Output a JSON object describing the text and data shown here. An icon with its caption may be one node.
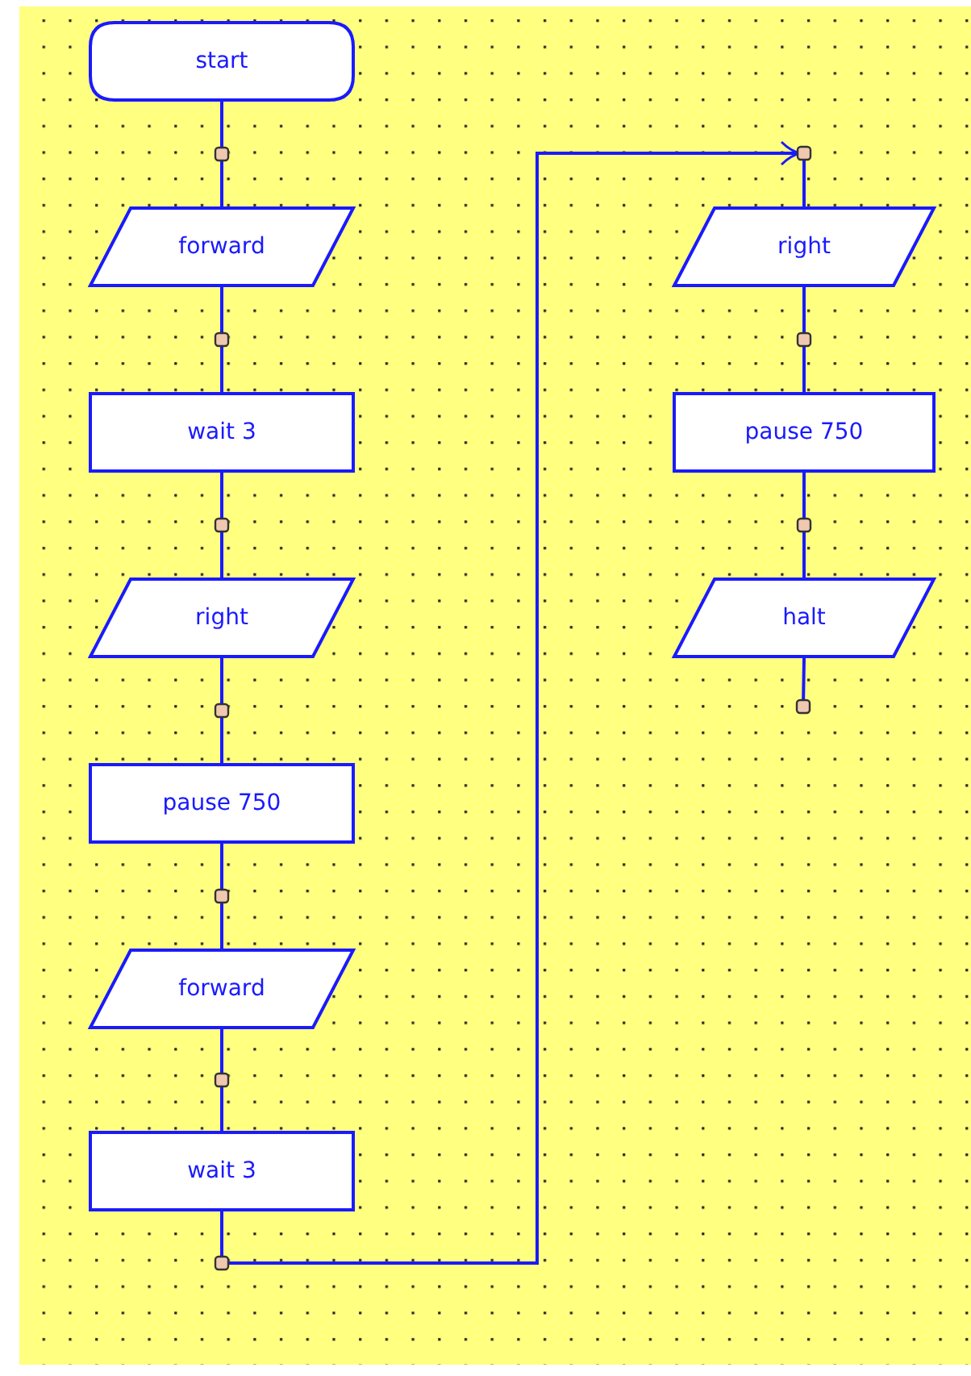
{
  "diagram": {
    "nodes": [
      {
        "text": [
          "start"
        ]
      },
      {
        "text": [
          "forward"
        ]
      },
      {
        "text": [
          "wait 3"
        ]
      },
      {
        "text": [
          "right"
        ]
      },
      {
        "text": [
          "pause 750"
        ]
      },
      {
        "text": [
          "forward"
        ]
      },
      {
        "text": [
          "wait 3"
        ]
      },
      {
        "text": [
          "right"
        ]
      },
      {
        "text": [
          "pause 750"
        ]
      },
      {
        "text": [
          "halt"
        ]
      }
    ],
    "edges": [
      {
        "from": 0,
        "to": 1,
        "arrow": "none"
      },
      {
        "from": 1,
        "to": 2,
        "arrow": "none"
      },
      {
        "from": 2,
        "to": 3,
        "arrow": "none"
      },
      {
        "from": 3,
        "to": 4,
        "arrow": "none"
      },
      {
        "from": 4,
        "to": 5,
        "arrow": "none"
      },
      {
        "from": 5,
        "to": 6,
        "arrow": "none"
      },
      {
        "from": 6,
        "to": 7,
        "arrow": "to"
      },
      {
        "from": 7,
        "to": 8,
        "arrow": "none"
      },
      {
        "from": 8,
        "to": 9,
        "arrow": "none"
      },
      {
        "from": 9,
        "to": null,
        "arrow": "none"
      }
    ]
  }
}
